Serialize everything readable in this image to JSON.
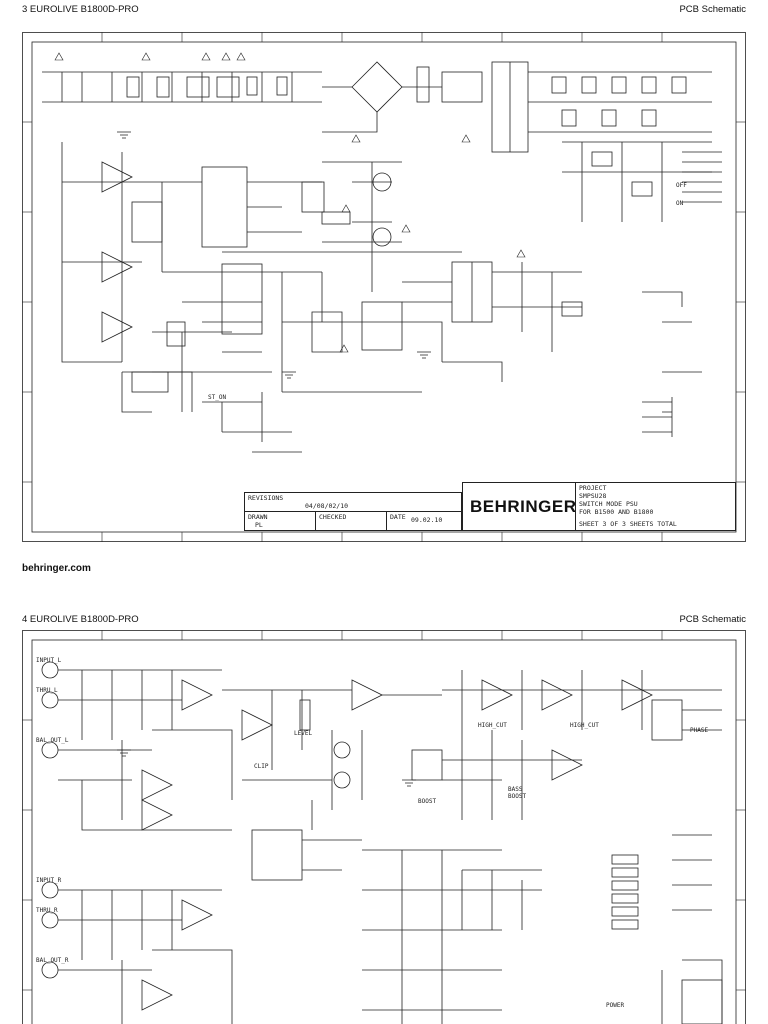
{
  "page3": {
    "header_left": "3   EUROLIVE B1800D-PRO",
    "header_right": "PCB Schematic",
    "title_block": {
      "revisions_label": "REVISIONS",
      "revision_date": "04/08/02/10",
      "drawn_label": "DRAWN",
      "drawn_by": "PL",
      "checked_label": "CHECKED",
      "date_label": "DATE",
      "date_value": "09.02.10",
      "brand": "BEHRINGER",
      "project_label": "PROJECT",
      "project_name": "SMPSU28",
      "project_desc": "SWITCH MODE PSU",
      "project_for": "FOR B1500 AND B1800",
      "sheet_info": "SHEET 3   OF 3   SHEETS TOTAL"
    },
    "labels": {
      "off_label": "OFF",
      "on_label": "ON",
      "st_on": "ST_ON"
    }
  },
  "footer_site": "behringer.com",
  "page4": {
    "header_left": "4   EUROLIVE B1800D-PRO",
    "header_right": "PCB Schematic",
    "labels": {
      "input_l": "INPUT_L",
      "thru_l": "THRU_L",
      "bal_out_l": "BAL_OUT_L",
      "input_r": "INPUT_R",
      "thru_r": "THRU_R",
      "bal_out_r": "BAL_OUT_R",
      "level": "LEVEL",
      "clip": "CLIP",
      "boost": "BOOST",
      "bass_boost": "BASS BOOST",
      "high_cut_1": "HIGH_CUT",
      "high_cut_2": "HIGH_CUT",
      "phase": "PHASE",
      "power": "POWER"
    }
  }
}
